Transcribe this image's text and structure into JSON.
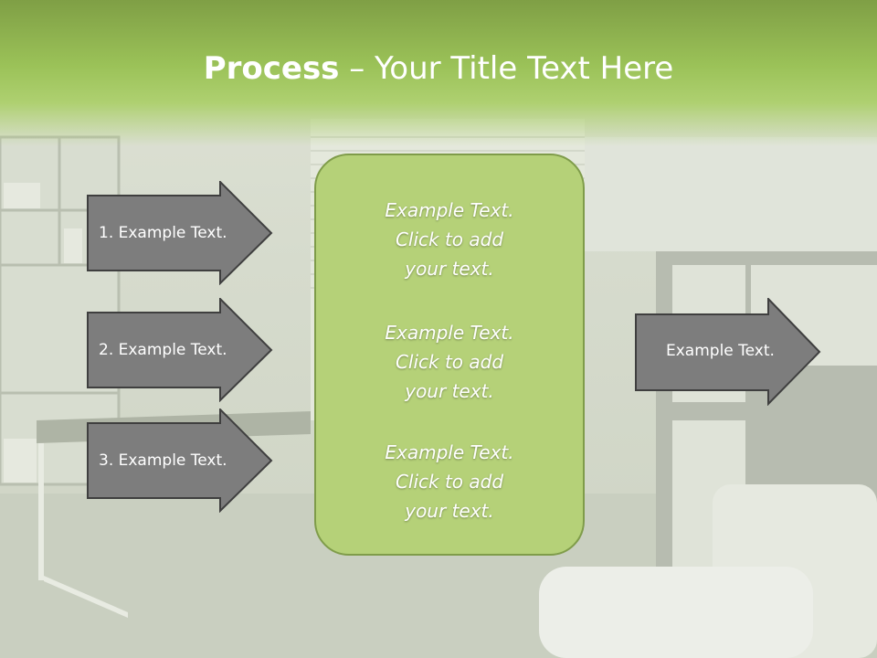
{
  "title": {
    "bold": "Process",
    "rest": " – Your Title Text Here"
  },
  "left_steps": [
    {
      "label": "1. Example Text."
    },
    {
      "label": "2. Example Text."
    },
    {
      "label": "3. Example Text."
    }
  ],
  "center_blocks": [
    {
      "line1": "Example Text.",
      "line2": "Click  to add",
      "line3": "your text."
    },
    {
      "line1": "Example Text.",
      "line2": "Click  to add",
      "line3": "your text."
    },
    {
      "line1": "Example Text.",
      "line2": "Click  to add",
      "line3": "your text."
    }
  ],
  "right_arrow": {
    "label": "Example Text."
  },
  "colors": {
    "header_green": "#9bc258",
    "box_green": "#b5d178",
    "arrow_gray": "#7d7d7d"
  }
}
